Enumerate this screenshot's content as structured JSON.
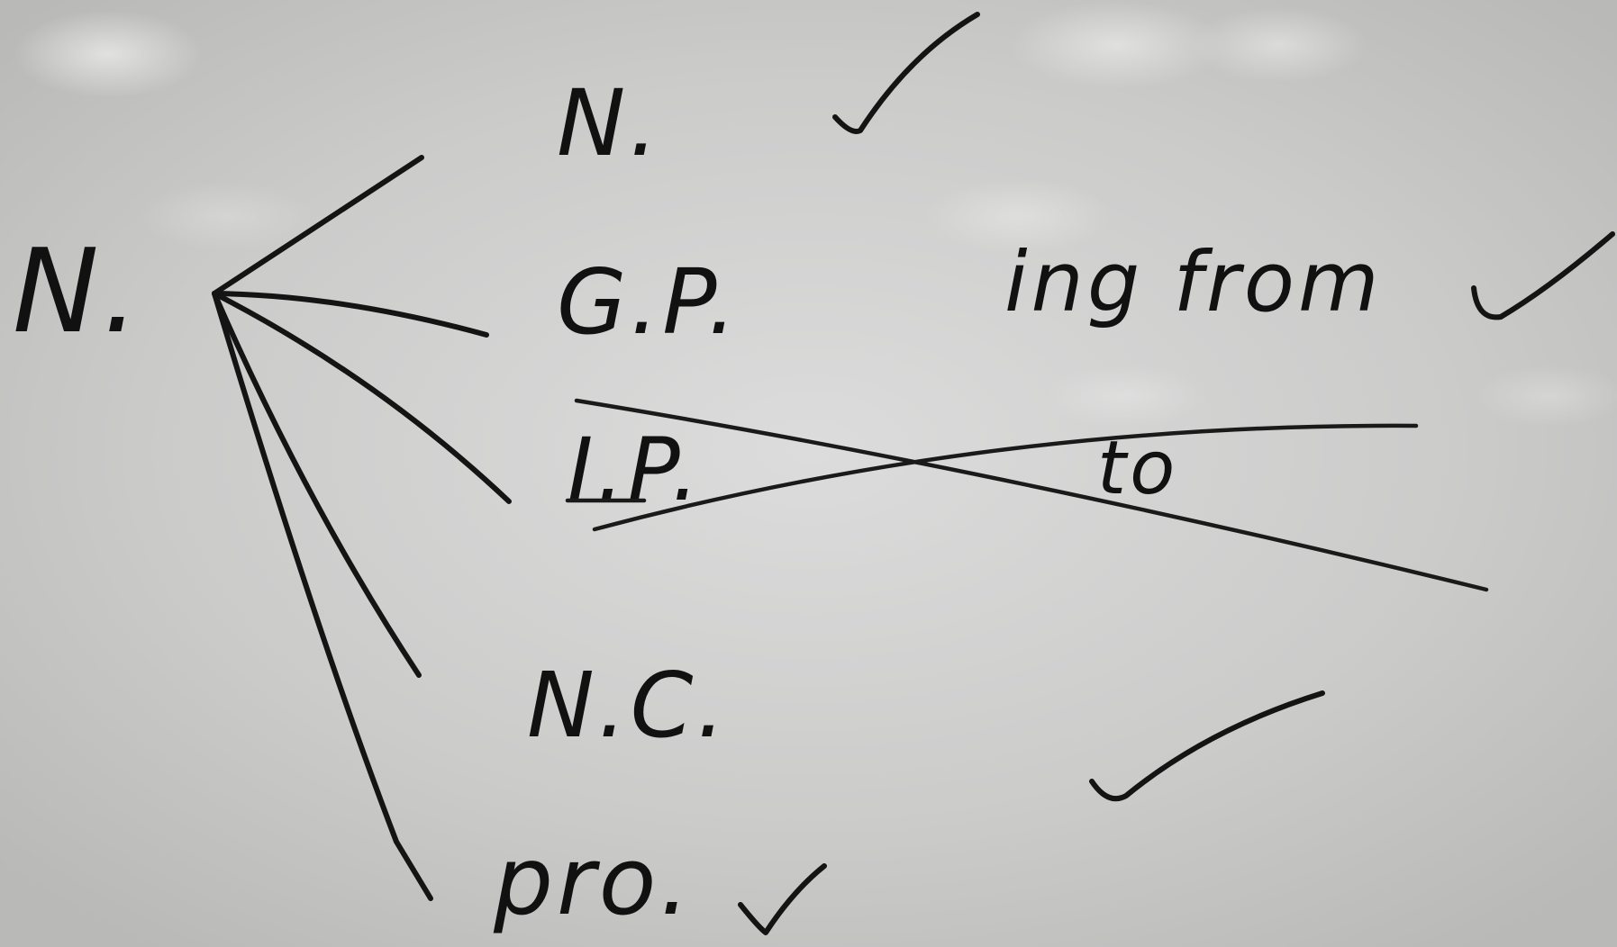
{
  "whiteboard": {
    "root_label": "N.",
    "branches": [
      {
        "label": "N.",
        "checked": true
      },
      {
        "label": "G.P.",
        "note": "ing from",
        "checked": true
      },
      {
        "label": "I.P.",
        "note": "to",
        "crossed_out": true
      },
      {
        "label": "N.C.",
        "checked": true
      },
      {
        "label": "pro.",
        "checked": true
      }
    ]
  }
}
